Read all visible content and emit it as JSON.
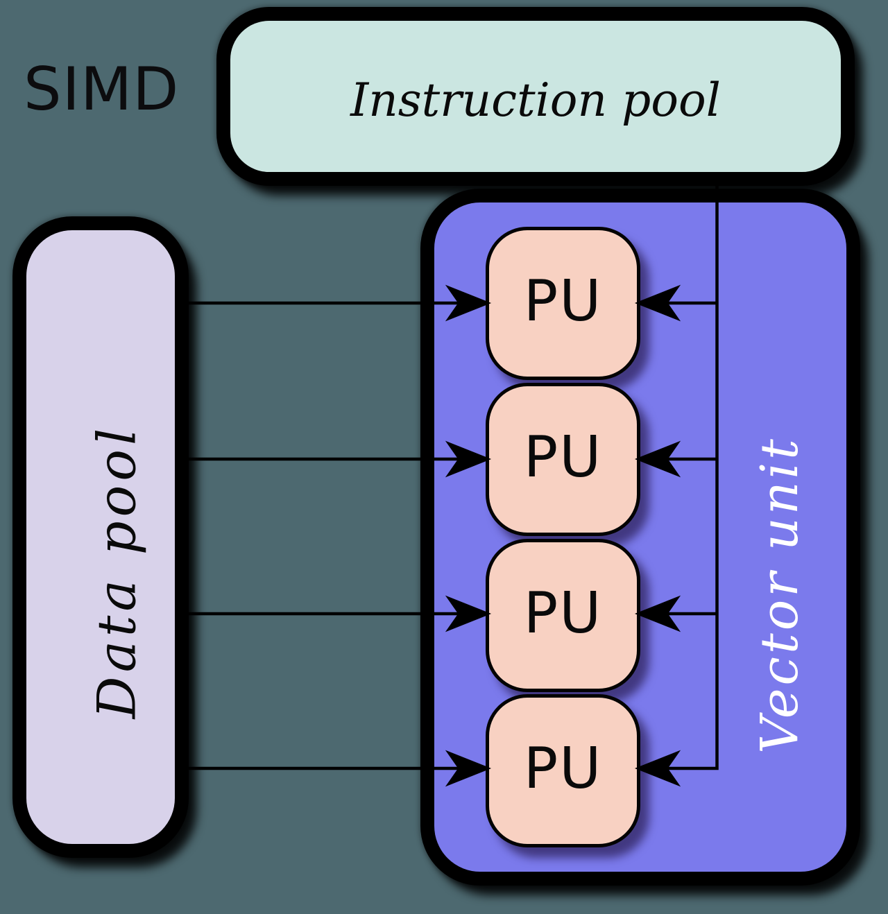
{
  "title": "SIMD",
  "instruction_pool": {
    "label": "Instruction pool"
  },
  "data_pool": {
    "label": "Data pool"
  },
  "vector_unit": {
    "label": "Vector unit"
  },
  "processing_units": [
    {
      "label": "PU"
    },
    {
      "label": "PU"
    },
    {
      "label": "PU"
    },
    {
      "label": "PU"
    }
  ],
  "connections": [
    {
      "from": "Data pool",
      "to": "PU 1"
    },
    {
      "from": "Data pool",
      "to": "PU 2"
    },
    {
      "from": "Data pool",
      "to": "PU 3"
    },
    {
      "from": "Data pool",
      "to": "PU 4"
    },
    {
      "from": "Instruction pool",
      "to": "PU 1"
    },
    {
      "from": "Instruction pool",
      "to": "PU 2"
    },
    {
      "from": "Instruction pool",
      "to": "PU 3"
    },
    {
      "from": "Instruction pool",
      "to": "PU 4"
    }
  ],
  "colors": {
    "background": "#4d6970",
    "instruction_pool_fill": "#cbe6e1",
    "data_pool_fill": "#d8d2ea",
    "vector_unit_fill": "#7b7aec",
    "pu_fill": "#f8d1c2",
    "outline": "#000000",
    "vector_unit_label": "#ffffff"
  }
}
